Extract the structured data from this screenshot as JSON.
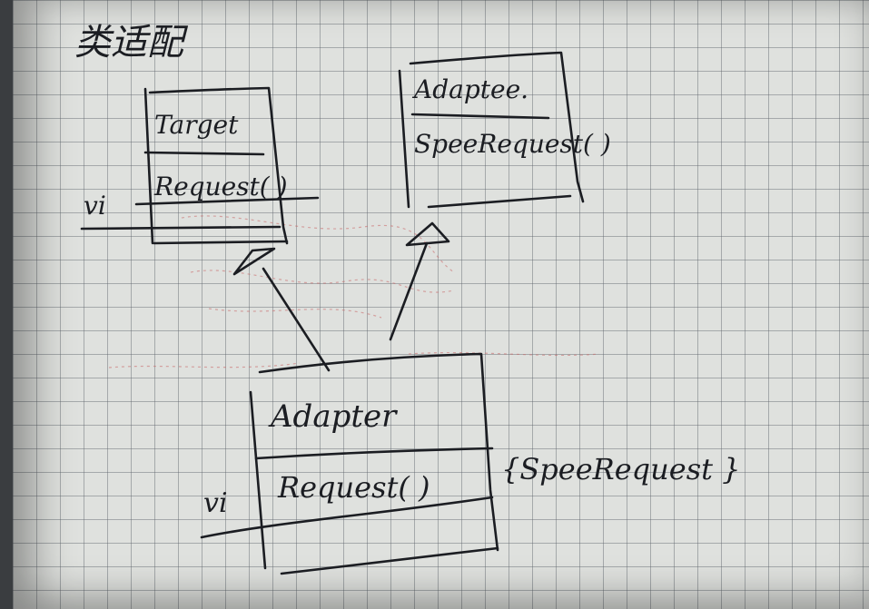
{
  "title": "类适配",
  "target_class": {
    "name": "Target",
    "method": "Request( )",
    "modifier": "vi"
  },
  "adaptee_class": {
    "name": "Adaptee.",
    "method": "SpeeRequest( )"
  },
  "adapter_class": {
    "name": "Adapter",
    "method": "Request( )",
    "modifier": "vi"
  },
  "adapter_note": "{SpeeRequest }",
  "colors": {
    "ink": "#1b1d22",
    "paper": "#dfe1de",
    "grid": "#5f646c",
    "red_bleed": "#c96a6a"
  }
}
